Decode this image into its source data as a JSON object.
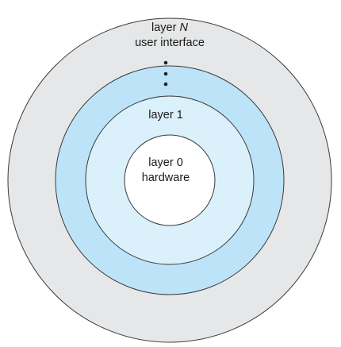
{
  "diagram": {
    "rings": [
      {
        "id": "layer-n",
        "title_prefix": "layer ",
        "title_symbol": "N",
        "subtitle": "user interface",
        "fill": "#e6e7e8"
      },
      {
        "id": "layer-blue",
        "fill": "#bde3f8"
      },
      {
        "id": "layer-1",
        "title": "layer 1",
        "fill": "#daf0fb"
      },
      {
        "id": "layer-0",
        "title": "layer 0",
        "subtitle": "hardware",
        "fill": "#ffffff"
      }
    ],
    "stroke_color": "#3a3a3a",
    "ellipsis_color": "#222222"
  }
}
